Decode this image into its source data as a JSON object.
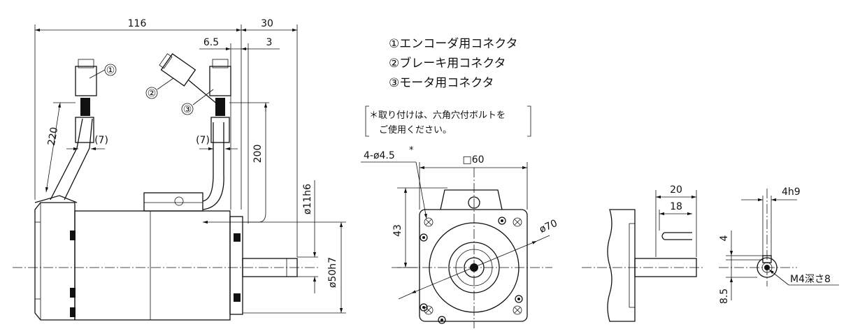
{
  "legend": {
    "item1": "①エンコーダ用コネクタ",
    "item2": "②ブレーキ用コネクタ",
    "item3": "③モータ用コネクタ"
  },
  "note": {
    "line1": "＊取り付けは、六角穴付ボルトを",
    "line2": "ご使用ください。"
  },
  "callouts": {
    "c1": "①",
    "c2": "②",
    "c3": "③"
  },
  "dimensions": {
    "d116": "116",
    "d30": "30",
    "d6_5": "6.5",
    "d3": "3",
    "d220": "220",
    "d7a": "(7)",
    "d7b": "(7)",
    "d200": "200",
    "d11h6": "ø11h6",
    "d50h7": "ø50h7",
    "hole": "4-ø4.5",
    "hole_star": "*",
    "sq60": "□60",
    "d43": "43",
    "d70": "ø70",
    "d20": "20",
    "d18": "18",
    "d4h9": "4h9",
    "d4": "4",
    "d8_5": "8.5",
    "m4": "M4深さ8"
  }
}
